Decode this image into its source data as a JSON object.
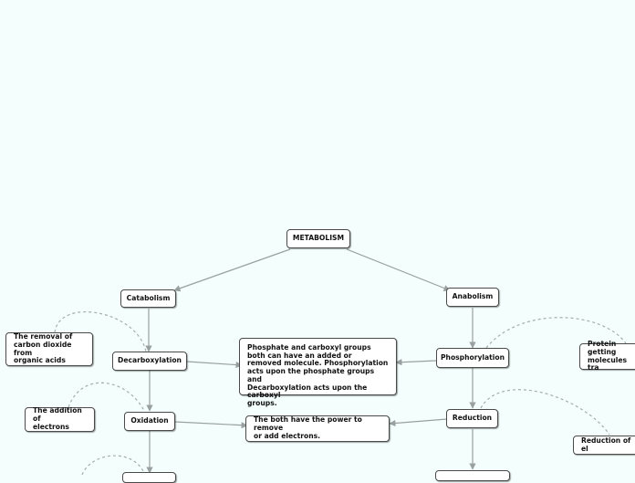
{
  "diagram": {
    "nodes": {
      "metabolism": "METABOLISM",
      "catabolism": "Catabolism",
      "anabolism": "Anabolism",
      "decarboxylation": "Decarboxylation",
      "phosphorylation": "Phosphorylation",
      "oxidation": "Oxidation",
      "reduction": "Reduction",
      "phosphate_note": "Phosphate and carboxyl groups\nboth can have an added or\nremoved molecule. Phosphorylation\nacts upon the phosphate groups and\nDecarboxylation acts upon the carboxyl\ngroups.",
      "power_note": "The both have the power to remove\nor add electrons.",
      "co2_note": "The removal of\ncarbon dioxide from\norganic acids",
      "electrons_note": "The addition of\nelectrons",
      "protein_note": "Protein getting\nmolecules tra",
      "reduction_note": "Reduction of el"
    },
    "colors": {
      "background": "#f3fefd",
      "connector": "#9aa0a0",
      "node_border": "#4a4a4a"
    }
  }
}
